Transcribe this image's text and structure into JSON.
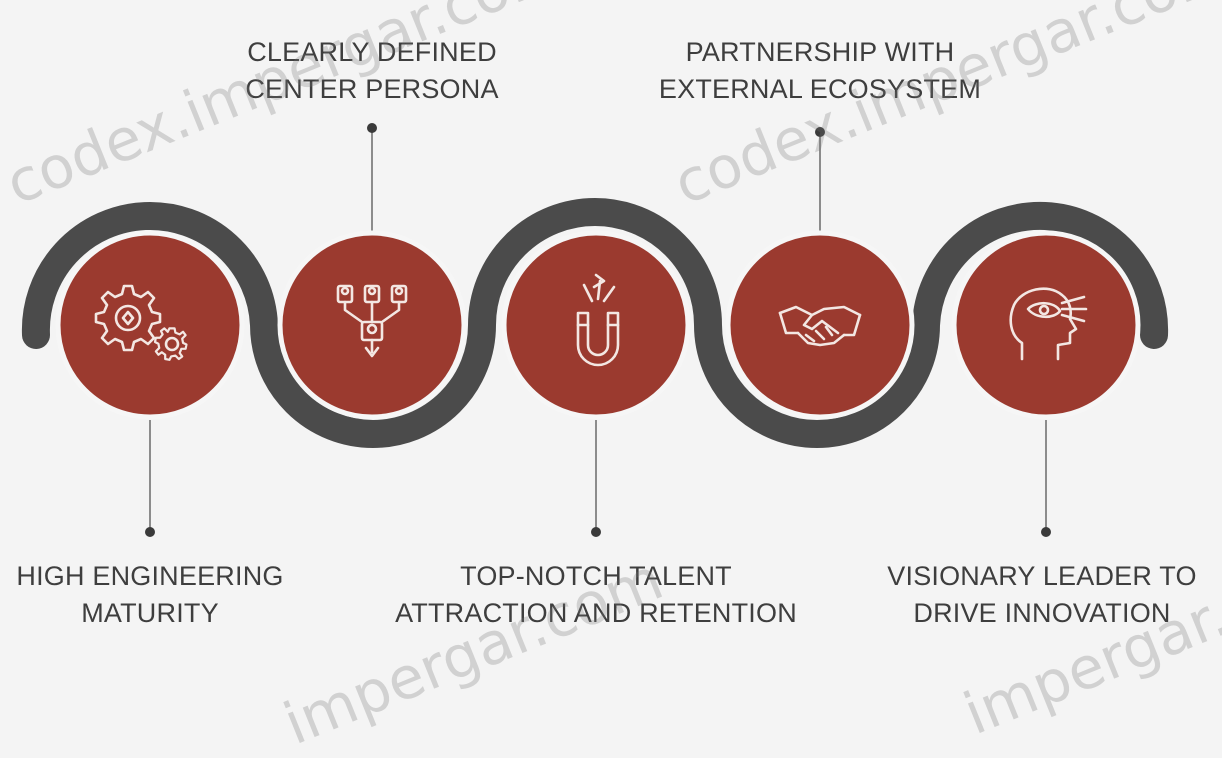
{
  "colors": {
    "background": "#f4f4f4",
    "track": "#4b4b4b",
    "circle_fill": "#9b3a2f",
    "circle_ring": "#f6f6f6",
    "icon_stroke": "#f3e7e3",
    "connector": "#555555",
    "text": "#3e3e3e"
  },
  "steps": [
    {
      "icon": "gears-icon",
      "label_lines": [
        "HIGH ENGINEERING",
        "MATURITY"
      ]
    },
    {
      "icon": "persona-funnel-icon",
      "label_lines": [
        "CLEARLY DEFINED",
        "CENTER PERSONA"
      ]
    },
    {
      "icon": "magnet-icon",
      "label_lines": [
        "TOP-NOTCH TALENT",
        "ATTRACTION AND RETENTION"
      ]
    },
    {
      "icon": "handshake-icon",
      "label_lines": [
        "PARTNERSHIP WITH",
        "EXTERNAL ECOSYSTEM"
      ]
    },
    {
      "icon": "head-vision-icon",
      "label_lines": [
        "VISIONARY LEADER TO",
        "DRIVE INNOVATION"
      ]
    }
  ],
  "watermarks": [
    "codex.impergar.com",
    "codex.impergar.com",
    "impergar.com",
    "impergar.com"
  ]
}
